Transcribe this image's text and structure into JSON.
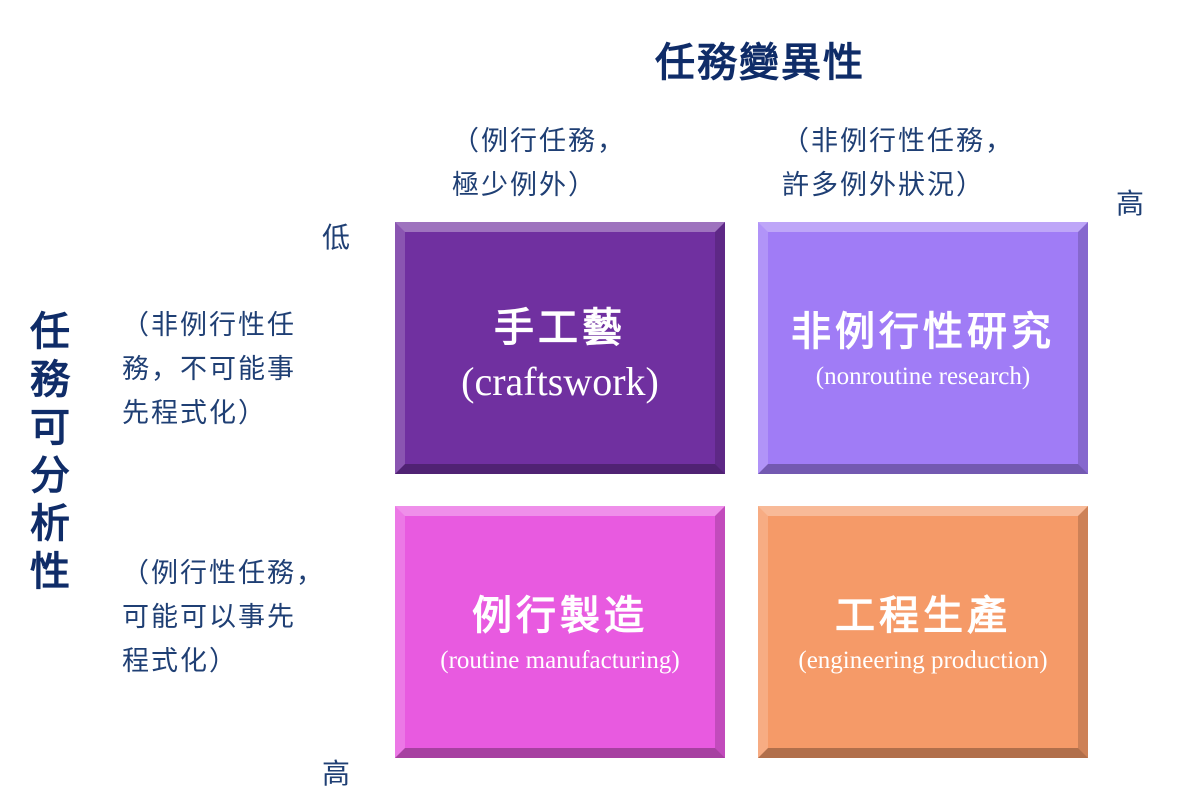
{
  "top_title": "任務變異性",
  "col_desc_left": [
    "（例行任務，",
    "極少例外）"
  ],
  "col_desc_right": [
    "（非例行性任務，",
    "許多例外狀況）"
  ],
  "axis_high_top": "高",
  "axis_low_left": "低",
  "axis_high_bottom": "高",
  "left_title": [
    "任",
    "務",
    "可",
    "分",
    "析",
    "性"
  ],
  "row_desc_top": [
    "（非例行性任",
    "務，不可能事",
    "先程式化）"
  ],
  "row_desc_bottom": [
    "（例行性任務，",
    "可能可以事先",
    "程式化）"
  ],
  "quadrants": {
    "craft": {
      "zh": "手工藝",
      "en": "(craftswork)",
      "color": "#7030a0"
    },
    "research": {
      "zh": "非例行性研究",
      "en": "(nonroutine  research)",
      "color": "#a07cf6"
    },
    "routine": {
      "zh": "例行製造",
      "en": "(routine manufacturing)",
      "color": "#e85ae0"
    },
    "engineering": {
      "zh": "工程生產",
      "en": "(engineering production)",
      "color": "#f59a68"
    }
  }
}
